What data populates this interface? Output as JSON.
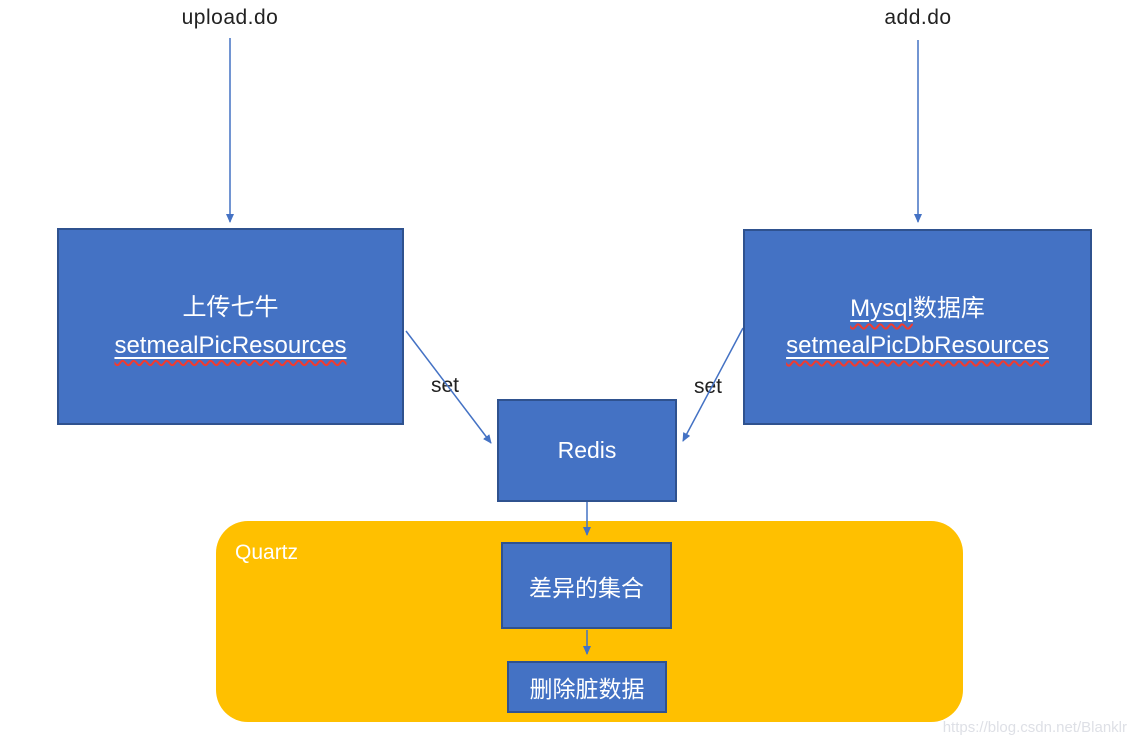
{
  "diagram": {
    "top_labels": {
      "left": "upload.do",
      "right": "add.do"
    },
    "nodes": {
      "upload_box": {
        "title": "上传七牛",
        "subtitle": "setmealPicResources"
      },
      "mysql_box": {
        "title_en": "Mysql",
        "title_cn": "数据库",
        "subtitle": "setmealPicDbResources"
      },
      "redis": {
        "label": "Redis"
      },
      "quartz": {
        "label": "Quartz"
      },
      "diff_set": {
        "label": "差异的集合"
      },
      "delete_dirty": {
        "label": "删除脏数据"
      }
    },
    "edge_labels": {
      "left_set": "set",
      "right_set": "set"
    },
    "colors": {
      "node_fill": "#4472C4",
      "node_border": "#2F528F",
      "quartz_fill": "#FFC000",
      "arrow": "#4472C4",
      "spellcheck_underline": "#f03b30",
      "text_on_node": "#ffffff",
      "label_text": "#222222"
    }
  },
  "watermark": "https://blog.csdn.net/Blanklr"
}
